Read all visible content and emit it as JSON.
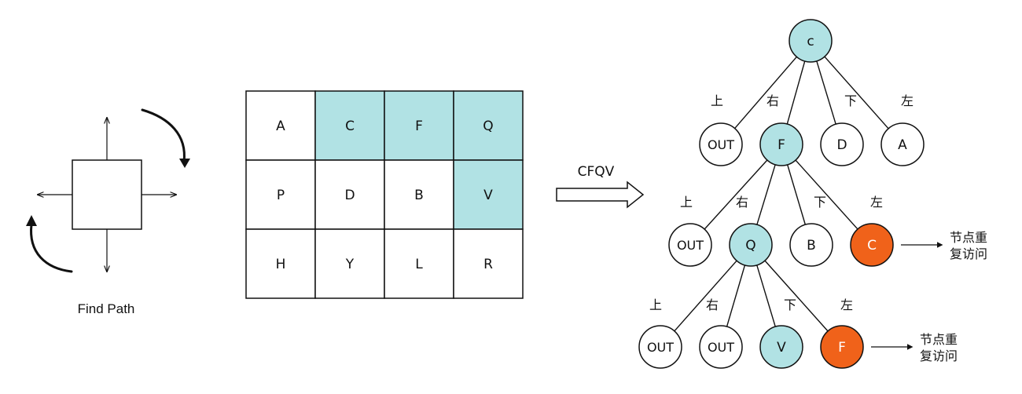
{
  "colors": {
    "stroke": "#111111",
    "visited": "#b1e2e4",
    "repeat": "#f0621a",
    "white": "#ffffff"
  },
  "caption": "Find Path",
  "grid": {
    "rows": [
      [
        {
          "letter": "A",
          "hl": false
        },
        {
          "letter": "C",
          "hl": true
        },
        {
          "letter": "F",
          "hl": true
        },
        {
          "letter": "Q",
          "hl": true
        }
      ],
      [
        {
          "letter": "P",
          "hl": false
        },
        {
          "letter": "D",
          "hl": false
        },
        {
          "letter": "B",
          "hl": false
        },
        {
          "letter": "V",
          "hl": true
        }
      ],
      [
        {
          "letter": "H",
          "hl": false
        },
        {
          "letter": "Y",
          "hl": false
        },
        {
          "letter": "L",
          "hl": false
        },
        {
          "letter": "R",
          "hl": false
        }
      ]
    ]
  },
  "path_word": "CFQV",
  "direction_labels": [
    "上",
    "右",
    "下",
    "左"
  ],
  "repeat_note": [
    "节点重",
    "复访问"
  ],
  "tree": {
    "root": {
      "label": "c",
      "state": "visited"
    },
    "levels": [
      [
        {
          "label": "OUT",
          "state": "normal"
        },
        {
          "label": "F",
          "state": "visited"
        },
        {
          "label": "D",
          "state": "normal"
        },
        {
          "label": "A",
          "state": "normal"
        }
      ],
      [
        {
          "label": "OUT",
          "state": "normal"
        },
        {
          "label": "Q",
          "state": "visited"
        },
        {
          "label": "B",
          "state": "normal"
        },
        {
          "label": "C",
          "state": "repeat"
        }
      ],
      [
        {
          "label": "OUT",
          "state": "normal"
        },
        {
          "label": "OUT",
          "state": "normal"
        },
        {
          "label": "V",
          "state": "visited"
        },
        {
          "label": "F",
          "state": "repeat"
        }
      ]
    ]
  }
}
